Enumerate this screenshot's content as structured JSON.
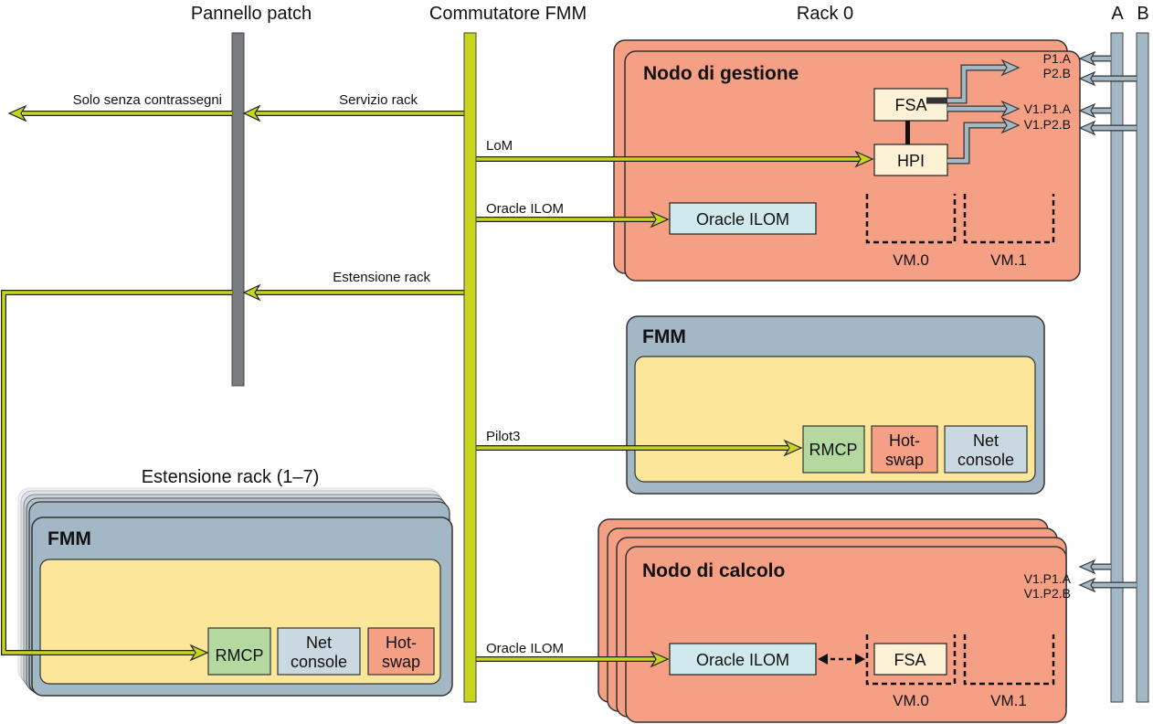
{
  "headers": {
    "patch_panel": "Pannello patch",
    "fmm_switch": "Commutatore FMM",
    "rack0": "Rack 0",
    "bus_a": "A",
    "bus_b": "B"
  },
  "links": {
    "unlabeled_only": "Solo senza contrassegni",
    "rack_service": "Servizio rack",
    "lom": "LoM",
    "oracle_ilom_mgmt": "Oracle ILOM",
    "rack_extension": "Estensione rack",
    "pilot3": "Pilot3",
    "oracle_ilom_compute": "Oracle ILOM"
  },
  "management_node": {
    "title": "Nodo di gestione",
    "fsa": "FSA",
    "hpi": "HPI",
    "oracle_ilom": "Oracle ILOM",
    "ports": [
      "P1.A",
      "P2.B",
      "V1.P1.A",
      "V1.P2.B"
    ],
    "vms": [
      "VM.0",
      "VM.1"
    ]
  },
  "fmm_rack0": {
    "title": "FMM",
    "rmcp": "RMCP",
    "hotswap": [
      "Hot-",
      "swap"
    ],
    "netconsole": [
      "Net",
      "console"
    ]
  },
  "extension": {
    "caption": "Estensione rack (1–7)",
    "title": "FMM",
    "rmcp": "RMCP",
    "netconsole": [
      "Net",
      "console"
    ],
    "hotswap": [
      "Hot-",
      "swap"
    ]
  },
  "compute_node": {
    "title": "Nodo di calcolo",
    "oracle_ilom": "Oracle ILOM",
    "fsa": "FSA",
    "ports": [
      "V1.P1.A",
      "V1.P2.B"
    ],
    "vms": [
      "VM.0",
      "VM.1"
    ]
  },
  "colors": {
    "salmon": "#f5a085",
    "fmm_blue": "#a3b8c5",
    "yellow_inner": "#fbe69a",
    "lime": "#c8d51e",
    "patch_gray": "#787c80",
    "bus_blue": "#a3b8c5",
    "ilom_cyan": "#cfe9ec",
    "fsa_cream": "#fdf1d6",
    "rmcp_green": "#b3d9a0",
    "netconsole_gray": "#cad8df"
  }
}
